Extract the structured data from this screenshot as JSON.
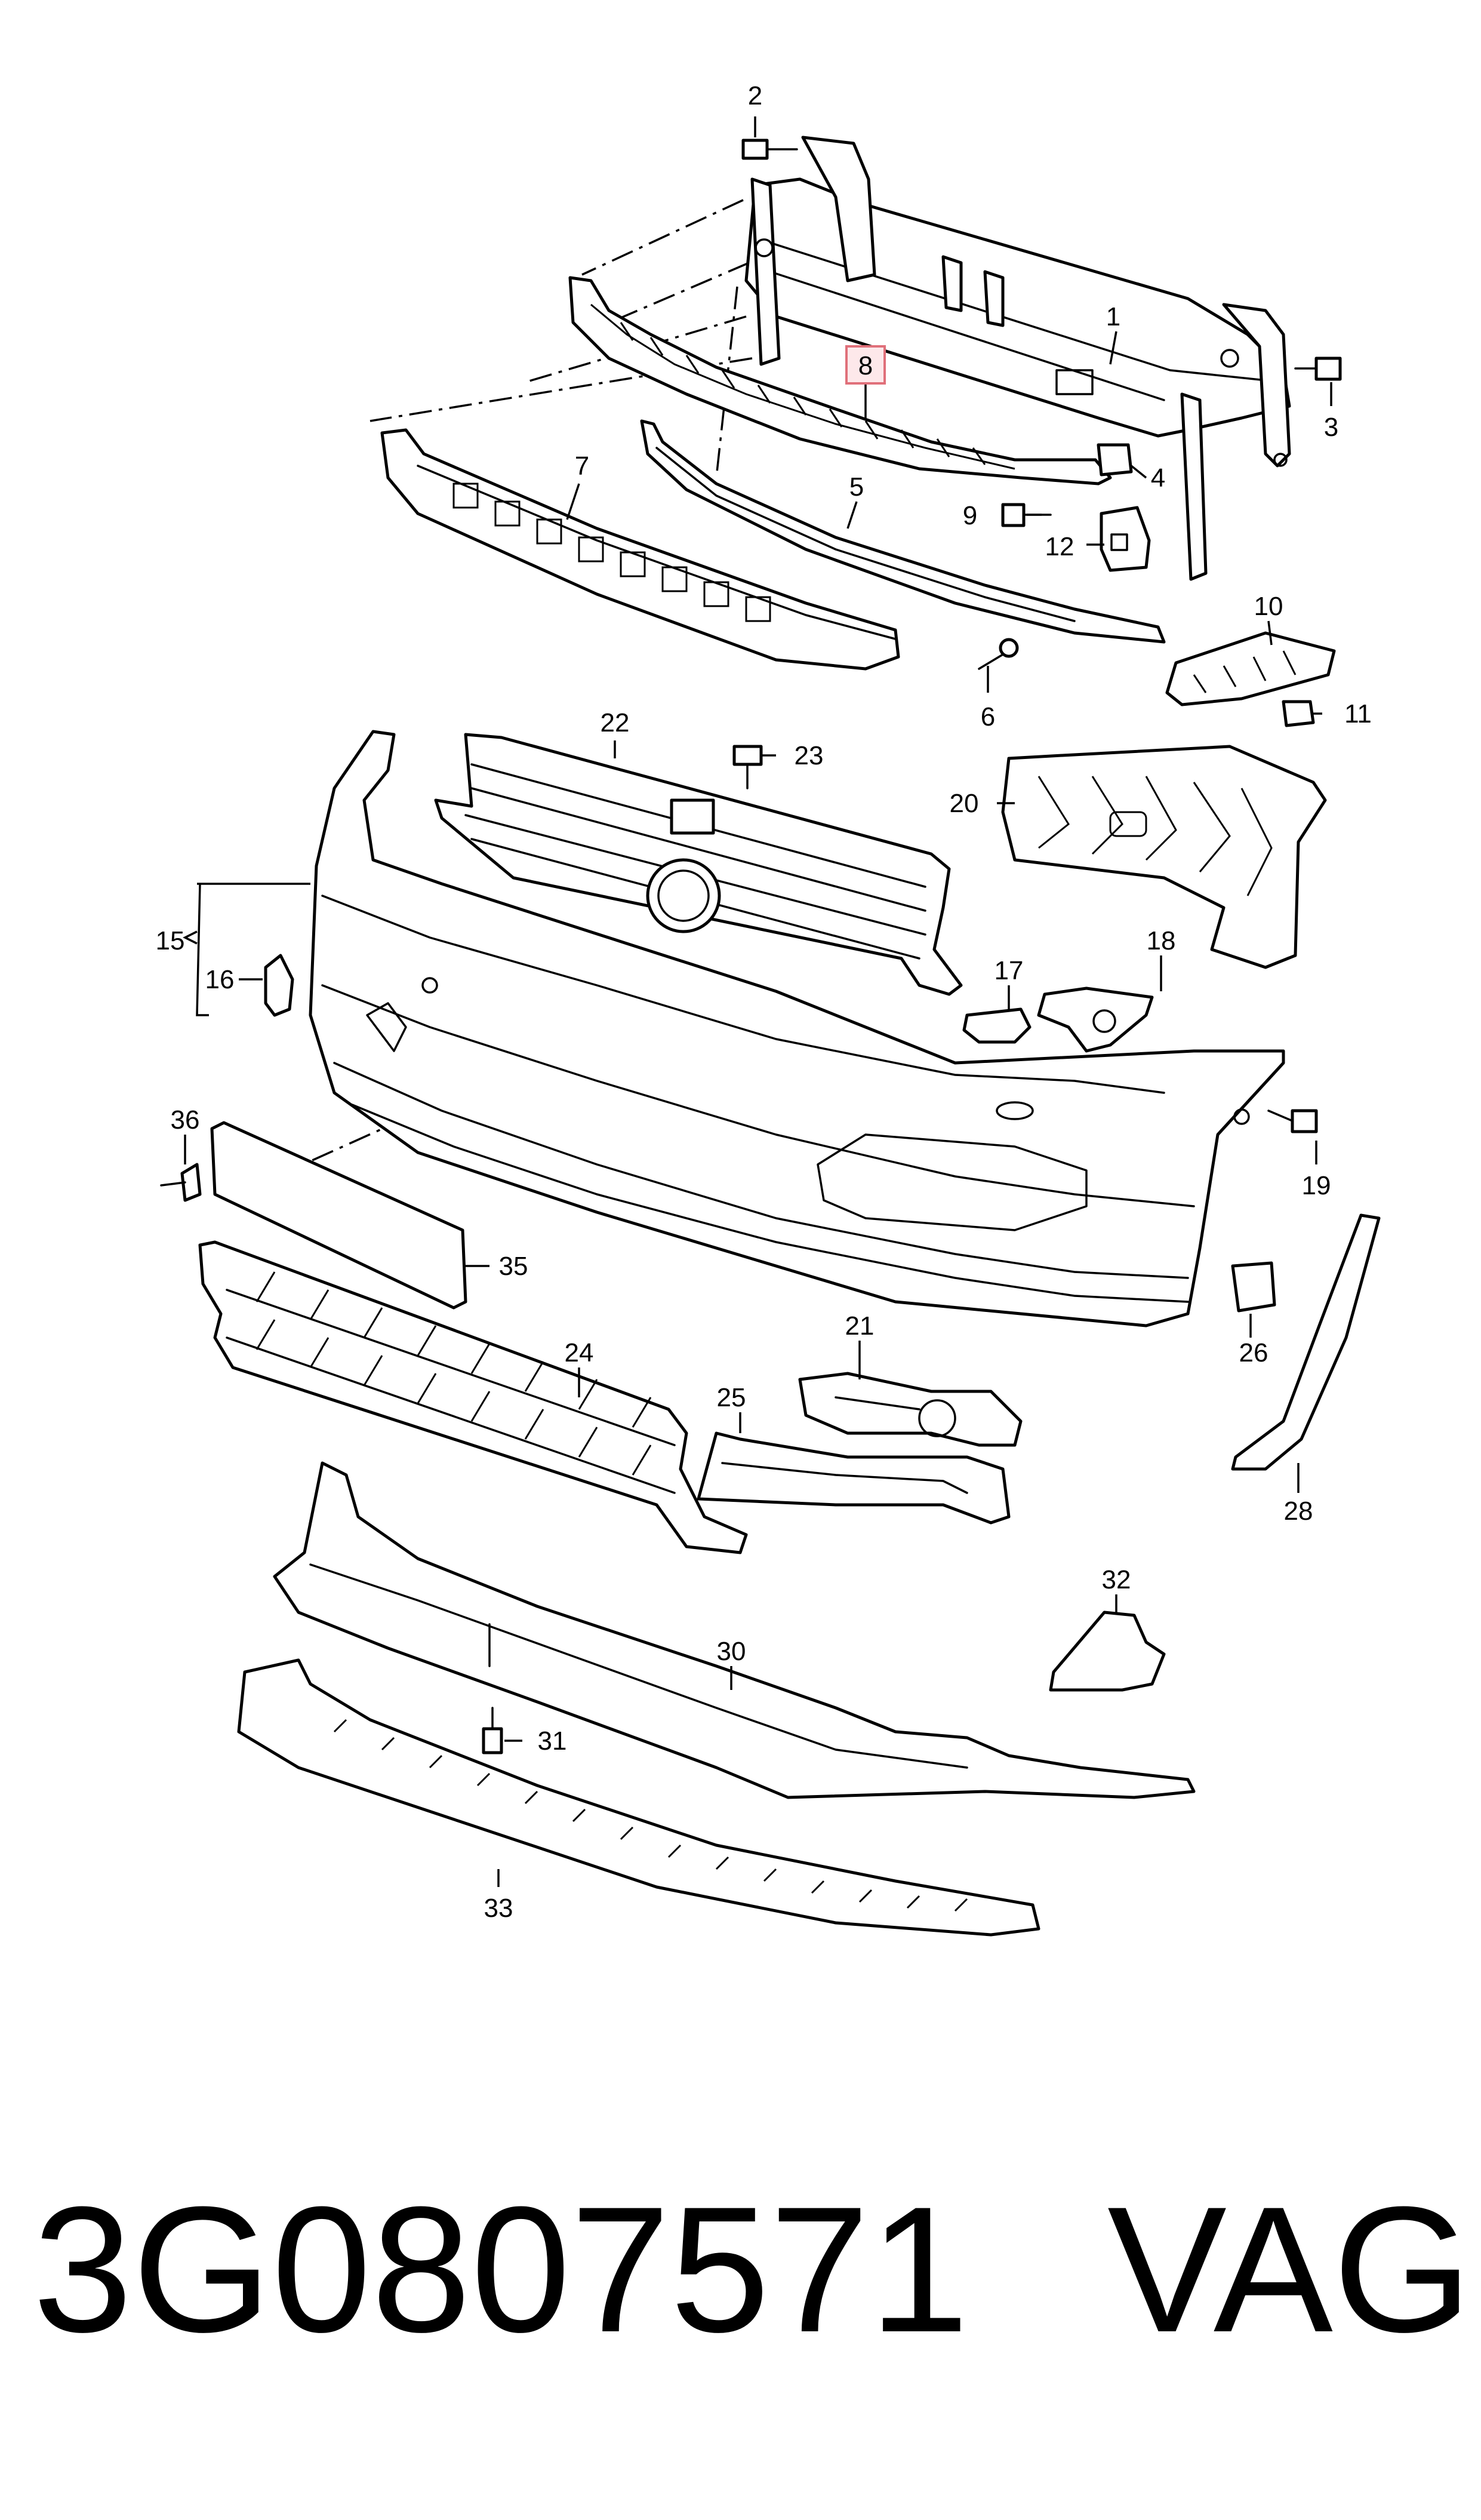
{
  "callouts": {
    "c1": "1",
    "c2": "2",
    "c3": "3",
    "c4": "4",
    "c5": "5",
    "c6": "6",
    "c7": "7",
    "c8": "8",
    "c9": "9",
    "c10": "10",
    "c11": "11",
    "c12": "12",
    "c15": "15",
    "c16": "16",
    "c17": "17",
    "c18": "18",
    "c19": "19",
    "c20": "20",
    "c21": "21",
    "c22": "22",
    "c23": "23",
    "c24": "24",
    "c25": "25",
    "c26": "26",
    "c28": "28",
    "c30": "30",
    "c31": "31",
    "c32": "32",
    "c33": "33",
    "c35": "35",
    "c36": "36"
  },
  "highlighted_callout": "8",
  "colors": {
    "line": "#000000",
    "background": "#ffffff",
    "highlight_fill": "#fde8ea",
    "highlight_stroke": "#e0707a"
  },
  "footer": {
    "part_number": "3G0807571",
    "brand": "VAG"
  }
}
